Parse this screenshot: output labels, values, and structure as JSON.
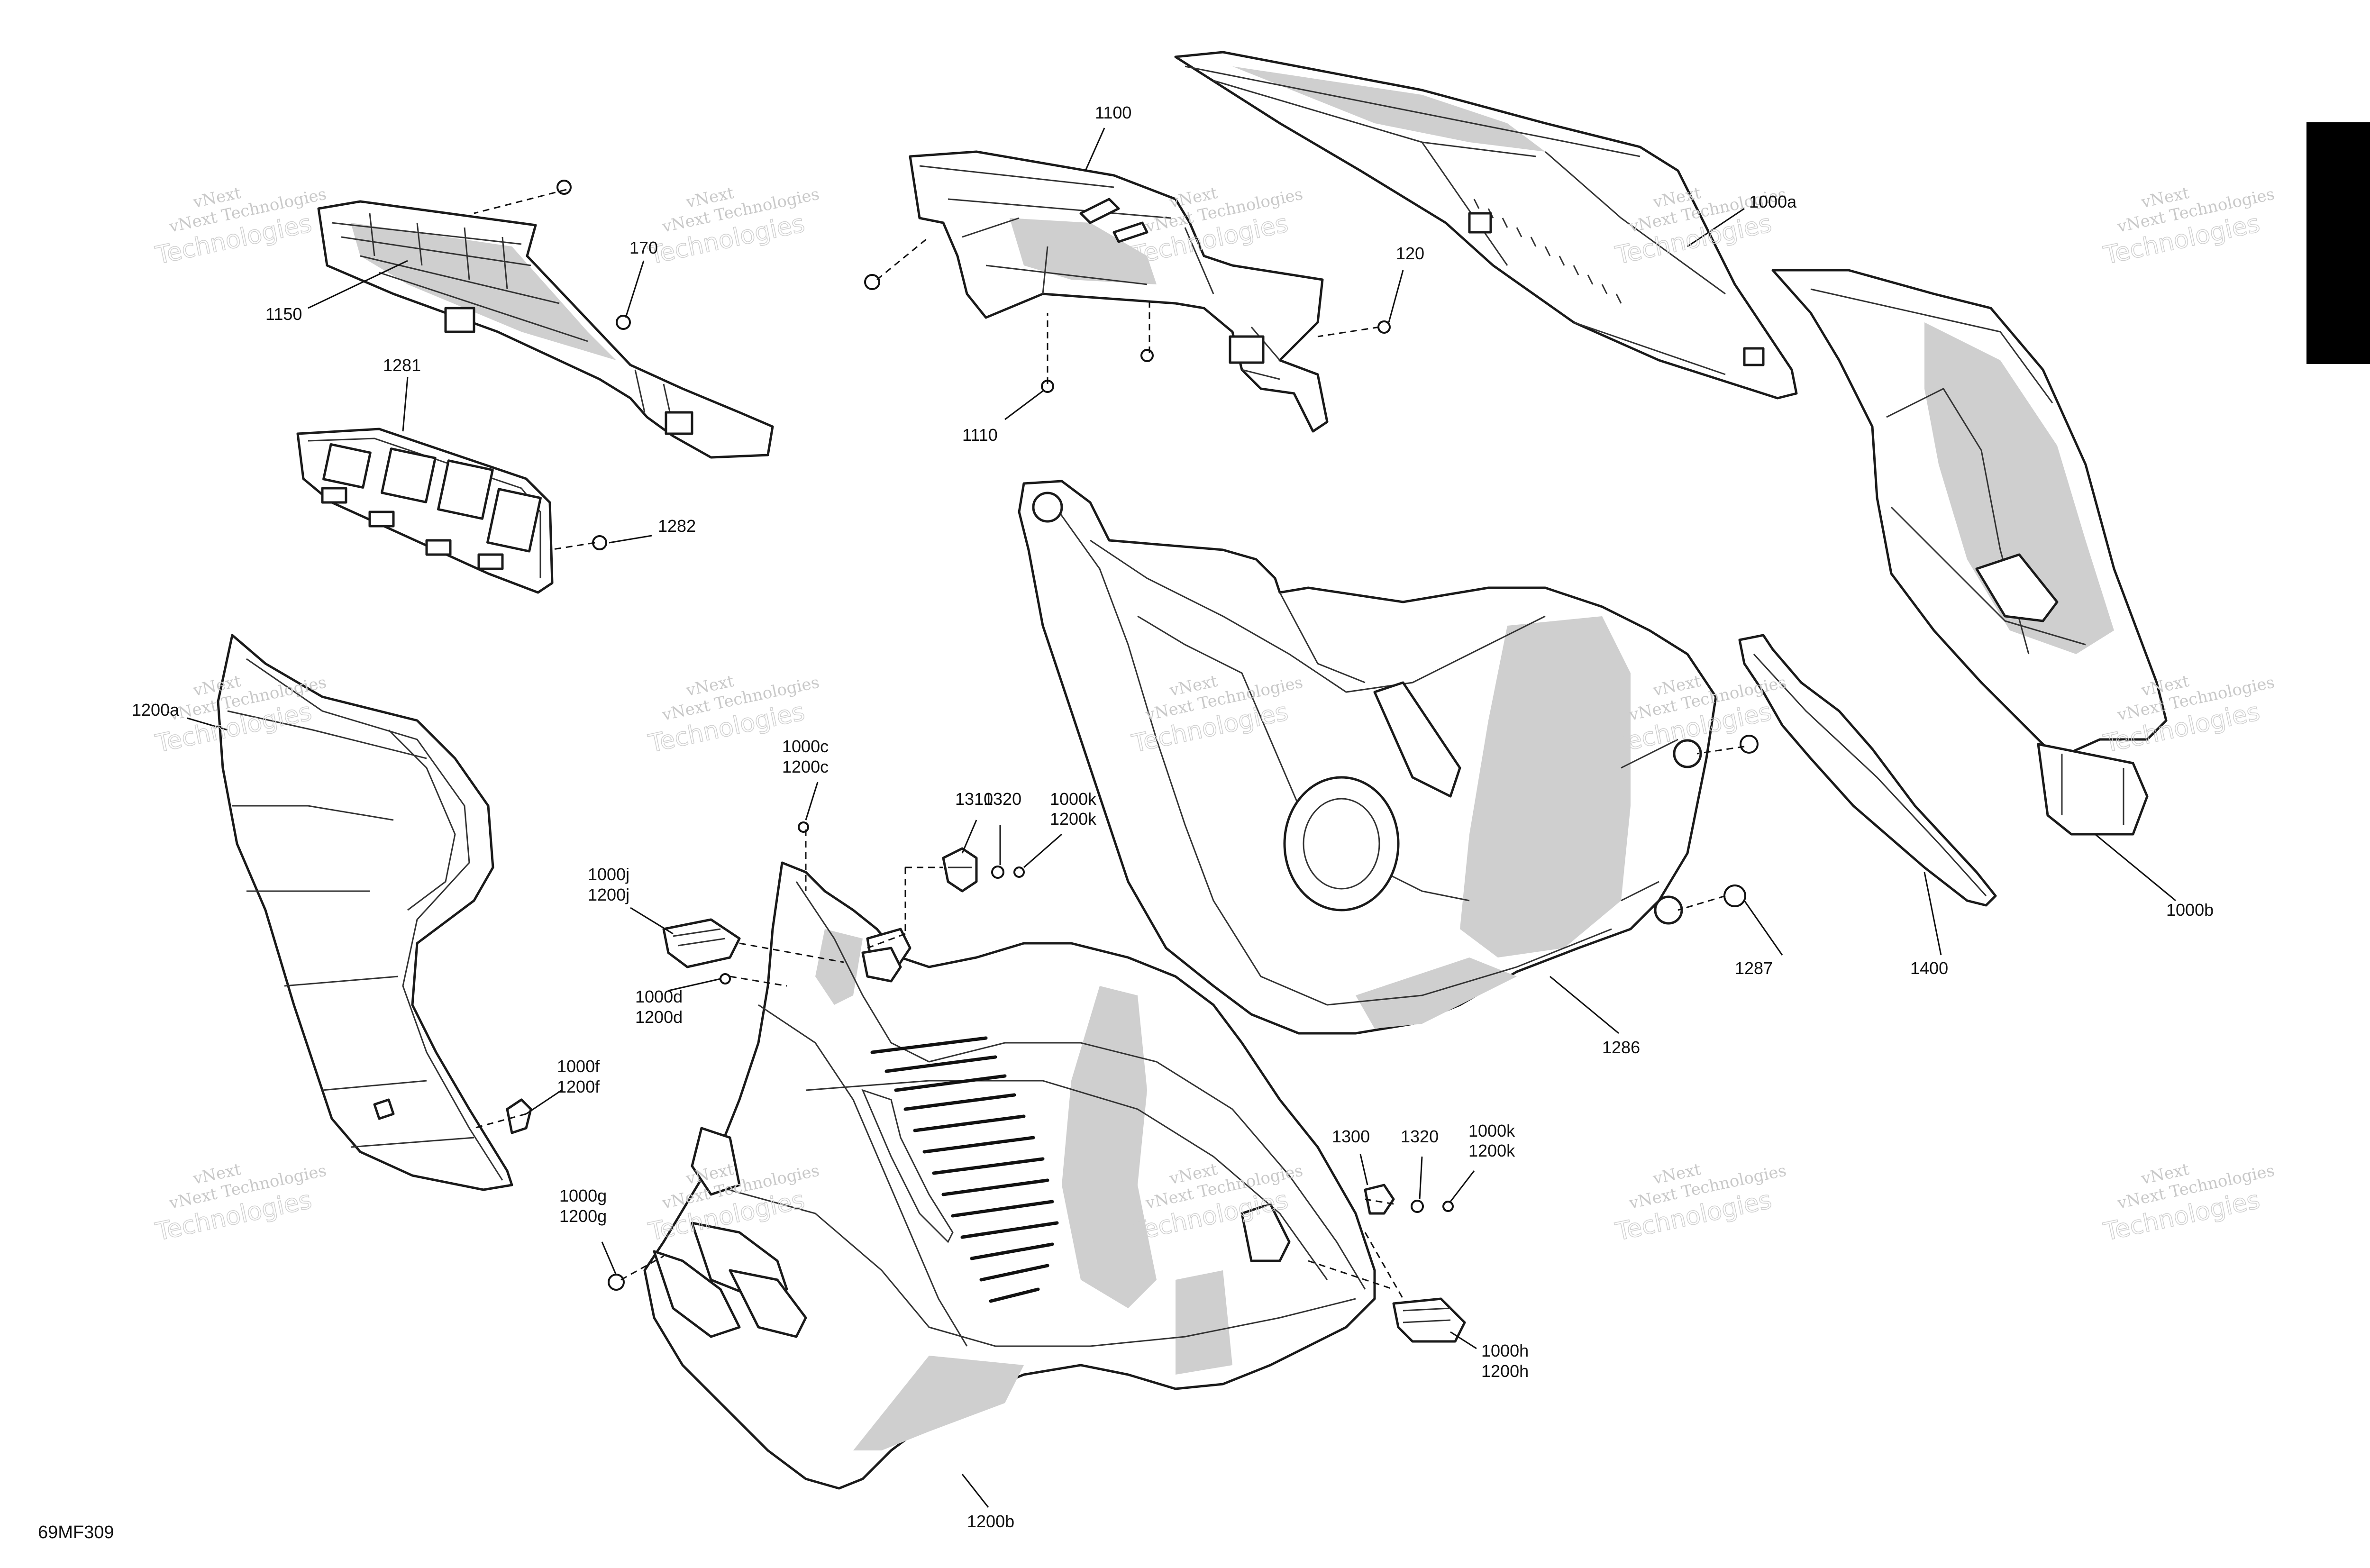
{
  "diagram_code": "69MF309",
  "tab_color": "#000000",
  "watermark": {
    "line1": "vNext Technologies",
    "line2": "Technologies",
    "stamp": "vNext"
  },
  "labels": {
    "l1100": "1100",
    "l1000a": "1000a",
    "l170": "170",
    "l1150": "1150",
    "l120": "120",
    "l1110": "1110",
    "l1281": "1281",
    "l1282": "1282",
    "l1200a": "1200a",
    "l1000c": "1000c",
    "l1200c": "1200c",
    "l1310": "1310",
    "l1320a": "1320",
    "l1000k_a": "1000k",
    "l1200k_a": "1200k",
    "l1000j": "1000j",
    "l1200j": "1200j",
    "l1000d": "1000d",
    "l1200d": "1200d",
    "l1287": "1287",
    "l1400": "1400",
    "l1000b": "1000b",
    "l1286": "1286",
    "l1000f": "1000f",
    "l1200f": "1200f",
    "l1300": "1300",
    "l1320b": "1320",
    "l1000k_b": "1000k",
    "l1200k_b": "1200k",
    "l1000g": "1000g",
    "l1200g": "1200g",
    "l1000h": "1000h",
    "l1200h": "1200h",
    "l1200b": "1200b"
  }
}
